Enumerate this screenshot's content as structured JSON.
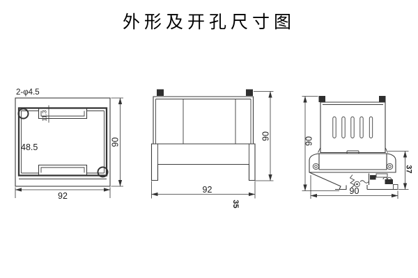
{
  "title": "外形及开孔尺寸图",
  "views": {
    "front": {
      "holes_note": "2-φ4.5",
      "dim_width": "92",
      "dim_height": "90",
      "dim_mid": "48.5",
      "dim_notch": "11.3"
    },
    "side": {
      "dim_width": "92",
      "dim_height": "90",
      "dim_depth": "35"
    },
    "rail": {
      "dim_height": "90",
      "dim_clip": "37",
      "dim_width": "90"
    }
  },
  "colors": {
    "line": "#3b3b3b",
    "text": "#1c1c1c",
    "background": "#ffffff"
  }
}
